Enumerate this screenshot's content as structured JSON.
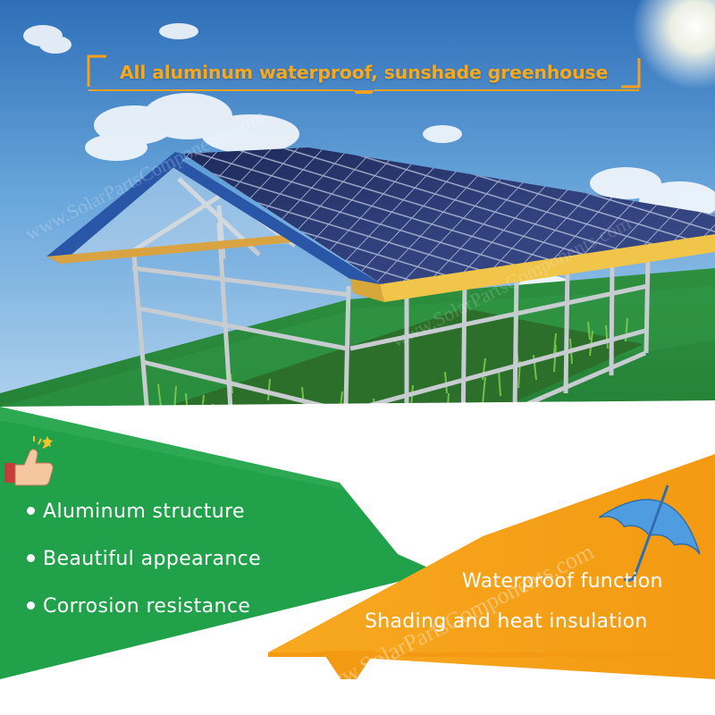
{
  "title": "All aluminum waterproof, sunshade greenhouse",
  "features": [
    "Aluminum structure",
    "Beautiful appearance",
    "Corrosion resistance"
  ],
  "benefits": [
    "Waterproof function",
    "Shading and heat insulation"
  ],
  "watermark": "www.SolarPartsComponents.com",
  "icons": [
    "thumbs-up-icon",
    "umbrella-icon"
  ],
  "colors": {
    "accent_orange": "#f5a11d",
    "grass_green": "#2aa34a",
    "sky_blue": "#4d8fd1"
  }
}
